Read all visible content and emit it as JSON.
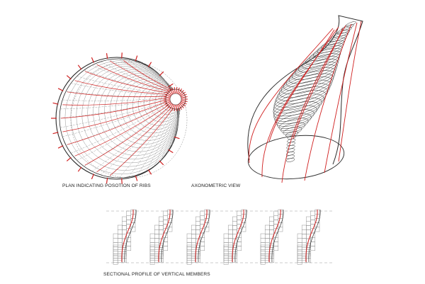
{
  "labels": {
    "plan": "PLAN INDICATING POSOTION OF RIBS",
    "axonometric": "AXONOMETRIC VIEW",
    "section": "SECTIONAL PROFILE OF VERTICAL MEMBERS"
  },
  "colors": {
    "line": "#2b2b2b",
    "light_line": "#8a8a8a",
    "rib": "#d01f1f",
    "dash": "#bdbdbd"
  },
  "sectional_profiles": {
    "count": 6
  }
}
